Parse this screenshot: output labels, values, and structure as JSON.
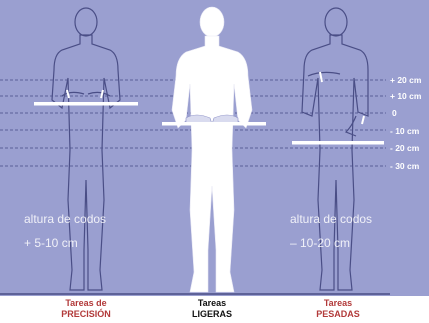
{
  "scale_labels": [
    "+ 20 cm",
    "+ 10 cm",
    "0",
    "- 10 cm",
    "- 20 cm",
    "- 30 cm"
  ],
  "left_note": {
    "line1": "altura de codos",
    "line2": "+ 5-10 cm"
  },
  "right_note": {
    "line1": "altura de codos",
    "line2": "– 10-20 cm"
  },
  "captions": [
    {
      "line1": "Tareas de",
      "line2": "PRECISIÓN",
      "color": "#b23a3a"
    },
    {
      "line1": "Tareas",
      "line2": "LIGERAS",
      "color": "#111111"
    },
    {
      "line1": "Tareas",
      "line2": "PESADAS",
      "color": "#b23a3a"
    }
  ],
  "colors": {
    "panel": "#9a9fd0",
    "figure_fill": "#ffffff",
    "figure_outline": "#4a4e86",
    "dashed": "#5b5f99"
  }
}
